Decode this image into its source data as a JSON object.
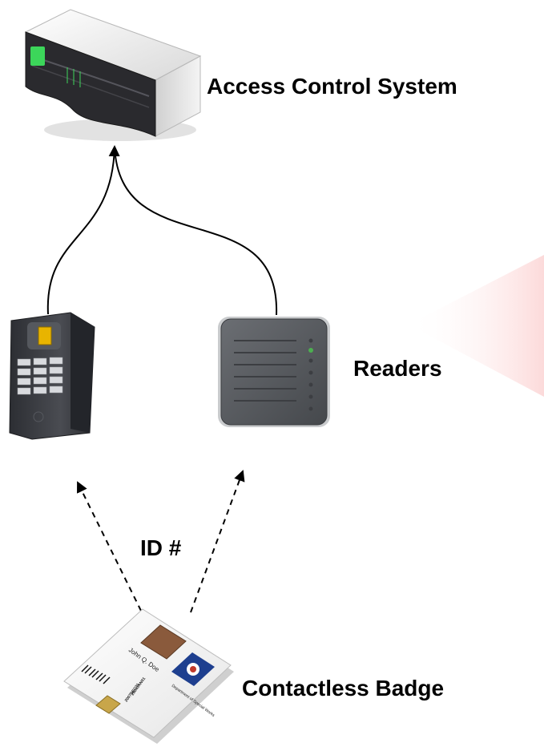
{
  "labels": {
    "access_control_system": "Access Control System",
    "readers": "Readers",
    "id_number": "ID #",
    "contactless_badge": "Contactless Badge"
  },
  "badge": {
    "name": "John Q. Doe",
    "department": "Department of Special Works",
    "issue_date": "2004JAN01",
    "expiry_date": "2007DEC31"
  },
  "colors": {
    "arrow": "#000000",
    "server_body": "#eeeeee",
    "server_led": "#3cd65a",
    "keypad_reader": "#3b3d42",
    "fingerprint_sensor": "#e8b400",
    "proximity_reader": "#5a5d62",
    "reader_led": "#4caf50",
    "background_wedge": "#fde3e3"
  },
  "icons": {
    "server": "access-control-server-icon",
    "keypad_reader": "fingerprint-keypad-reader-icon",
    "proximity_reader": "proximity-card-reader-icon",
    "badge": "contactless-smart-card-icon"
  }
}
